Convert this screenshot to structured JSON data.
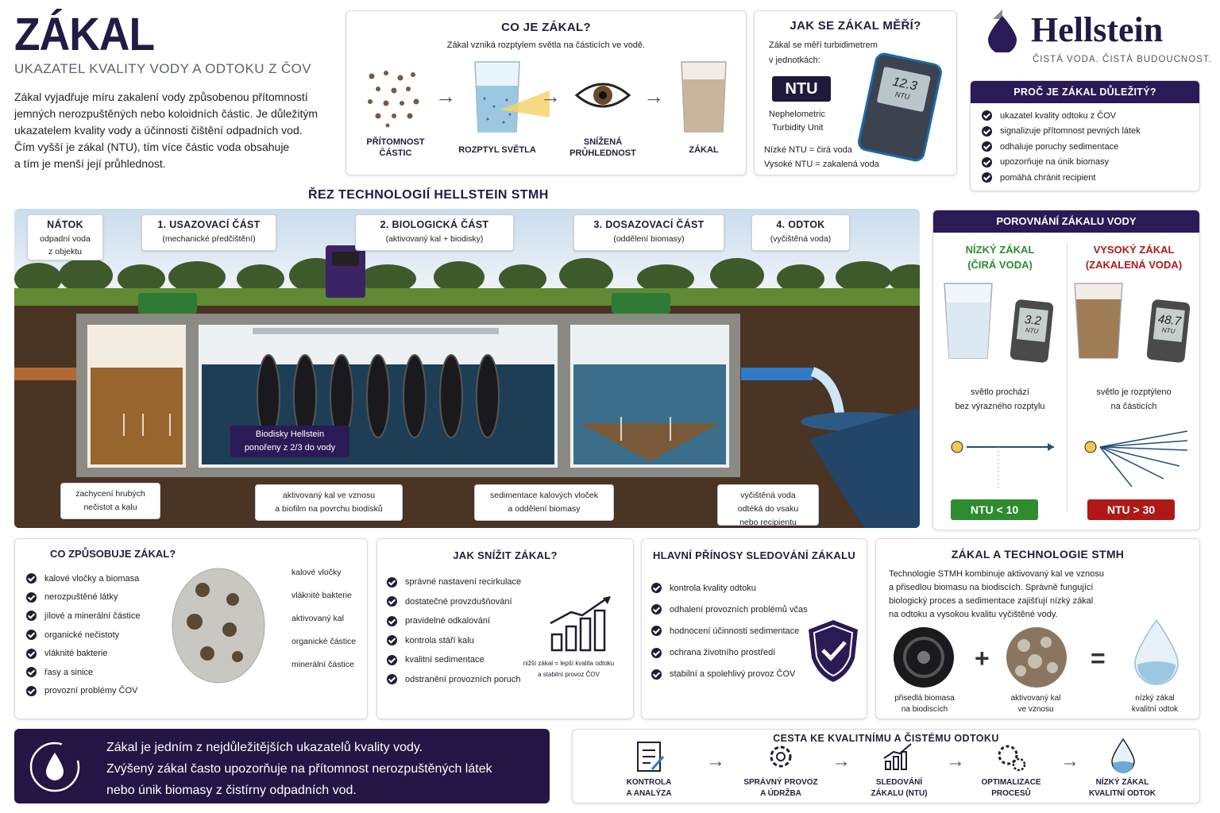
{
  "header": {
    "title": "ZÁKAL",
    "subtitle": "UKAZATEL KVALITY VODY A ODTOKU Z ČOV",
    "intro": [
      "Zákal vyjadřuje míru zakalení vody způsobenou přítomností",
      "jemných nerozpuštěných nebo koloidních částic. Je důležitým",
      "ukazatelem kvality vody a účinnosti čištění odpadních vod.",
      "Čím vyšší je zákal (NTU), tím více částic voda obsahuje",
      "a tím je menší její průhlednost."
    ]
  },
  "what": {
    "title": "CO JE ZÁKAL?",
    "text": "Zákal vzniká rozptylem světla na částicích ve vodě.",
    "steps": [
      "PŘÍTOMNOST\nČÁSTIC",
      "ROZPTYL SVĚTLA",
      "SNÍŽENÁ\nPRŮHLEDNOST",
      "ZÁKAL"
    ]
  },
  "measure": {
    "title": "JAK SE ZÁKAL MĚŘÍ?",
    "text1": "Zákal se měří turbidimetrem",
    "text2": "v jednotkách:",
    "unit": "NTU",
    "unit_full1": "Nephelometric",
    "unit_full2": "Turbidity Unit",
    "low": "Nízké NTU = čirá voda",
    "high": "Vysoké NTU = zakalená voda",
    "meter_value": "12.3",
    "meter_unit": "NTU"
  },
  "brand": {
    "name": "Hellstein",
    "slogan": "ČISTÁ VODA. ČISTÁ BUDOUCNOST."
  },
  "why": {
    "title": "PROČ JE ZÁKAL DŮLEŽITÝ?",
    "items": [
      "ukazatel kvality odtoku z ČOV",
      "signalizuje přítomnost pevných látek",
      "odhaluje poruchy sedimentace",
      "upozorňuje na únik biomasy",
      "pomáhá chránit recipient"
    ]
  },
  "section": {
    "title": "ŘEZ TECHNOLOGIÍ HELLSTEIN STMH",
    "stages": [
      {
        "t": "NÁTOK",
        "s": "odpadní voda\nz objektu"
      },
      {
        "t": "1. USAZOVACÍ ČÁST",
        "s": "(mechanické předčištění)"
      },
      {
        "t": "2. BIOLOGICKÁ ČÁST",
        "s": "(aktivovaný kal + biodisky)"
      },
      {
        "t": "3. DOSAZOVACÍ ČÁST",
        "s": "(oddělení biomasy)"
      },
      {
        "t": "4. ODTOK",
        "s": "(vyčištěná voda)"
      }
    ],
    "biodisk": "Biodisky Hellstein\nponořeny z 2/3 do vody",
    "notes": [
      "zachycení hrubých\nnečistot a kalu",
      "aktivovaný kal ve vznosu\na biofilm na povrchu biodisků",
      "sedimentace kalových vloček\na oddělení biomasy",
      "vyčištěná voda\nodtéká do vsaku\nnebo recipientu"
    ]
  },
  "compare": {
    "title": "POROVNÁNÍ ZÁKALU VODY",
    "low_title": "NÍZKÝ ZÁKAL\n(ČIRÁ VODA)",
    "high_title": "VYSOKÝ ZÁKAL\n(ZAKALENÁ VODA)",
    "low_value": "3.2",
    "high_value": "48.7",
    "unit": "NTU",
    "low_text": "světlo prochází\nbez výrazného rozptylu",
    "high_text": "světlo je rozptýleno\nna částicích",
    "low_badge": "NTU < 10",
    "high_badge": "NTU > 30",
    "colors": {
      "low": "#2e8b2e",
      "high": "#b01818"
    }
  },
  "causes": {
    "title": "CO ZPŮSOBUJE ZÁKAL?",
    "items": [
      "kalové vločky a biomasa",
      "nerozpuštěné látky",
      "jílové a minerální částice",
      "organické nečistoty",
      "vláknité bakterie",
      "řasy a sinice",
      "provozní problémy ČOV"
    ],
    "labels": [
      "kalové vločky",
      "vláknité bakterie",
      "aktivovaný kal",
      "organické částice",
      "minerální částice"
    ]
  },
  "reduce": {
    "title": "JAK SNÍŽIT ZÁKAL?",
    "items": [
      "správné nastavení recirkulace",
      "dostatečné provzdušňování",
      "pravidelné odkalování",
      "kontrola stáří kalu",
      "kvalitní sedimentace",
      "odstranění provozních poruch"
    ],
    "note": "nižší zákal = lepší kvalita odtoku\na stabilní provoz ČOV"
  },
  "benefits": {
    "title": "HLAVNÍ PŘÍNOSY SLEDOVÁNÍ ZÁKALU",
    "items": [
      "kontrola kvality odtoku",
      "odhalení provozních problémů včas",
      "hodnocení účinnosti sedimentace",
      "ochrana životního prostředí",
      "stabilní a spolehlivý provoz ČOV"
    ]
  },
  "tech": {
    "title": "ZÁKAL A TECHNOLOGIE STMH",
    "text": [
      "Technologie STMH kombinuje aktivovaný kal ve vznosu",
      "a přisedlou biomasu na biodiscích. Správně fungující",
      "biologický proces a sedimentace zajišťují nízký zákal",
      "na odtoku a vysokou kvalitu vyčištěné vody."
    ],
    "parts": [
      "přisedlá biomasa\nna biodiscích",
      "aktivovaný kal\nve vznosu",
      "nízký zákal\nkvalitní odtok"
    ]
  },
  "banner": {
    "lines": [
      "Zákal je jedním z nejdůležitějších ukazatelů kvality vody.",
      "Zvýšený zákal často upozorňuje na přítomnost nerozpuštěných látek",
      "nebo únik biomasy z čistírny odpadních vod."
    ],
    "color": "#241544"
  },
  "path": {
    "title": "CESTA KE KVALITNÍMU A ČISTÉMU ODTOKU",
    "steps": [
      "KONTROLA\nA ANALÝZA",
      "SPRÁVNÝ PROVOZ\nA ÚDRŽBA",
      "SLEDOVÁNÍ\nZÁKALU (NTU)",
      "OPTIMALIZACE\nPROCESŮ",
      "NÍZKÝ ZÁKAL\nKVALITNÍ ODTOK"
    ]
  },
  "accent": "#2a1a55"
}
